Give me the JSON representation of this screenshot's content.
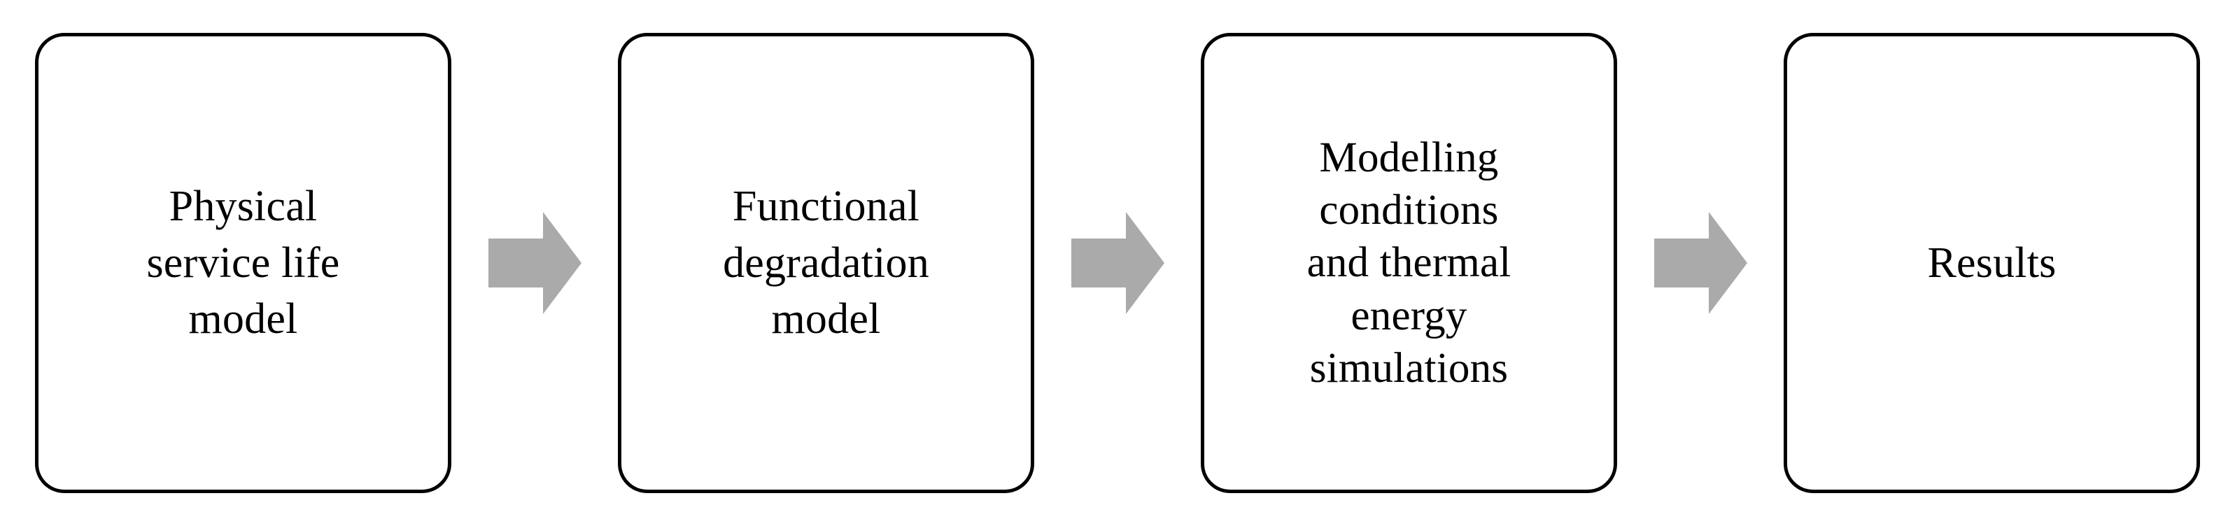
{
  "diagram": {
    "type": "horizontal-process-flow",
    "orientation": "left-to-right",
    "background_color": "#ffffff",
    "box_border_color": "#000000",
    "box_fill_color": "#ffffff",
    "text_color": "#000000",
    "arrow_color": "#aaaaaa",
    "node_count": 4,
    "arrow_count": 3,
    "nodes": [
      {
        "id": "node-1",
        "name": "physical-service-life-model",
        "label": "Physical\nservice life\nmodel",
        "lines": [
          "Physical",
          "service life",
          "model"
        ]
      },
      {
        "id": "node-2",
        "name": "functional-degradation-model",
        "label": "Functional\ndegradation\nmodel",
        "lines": [
          "Functional",
          "degradation",
          "model"
        ]
      },
      {
        "id": "node-3",
        "name": "modelling-conditions-and-thermal-energy-simulations",
        "label": "Modelling\nconditions\nand thermal\nenergy\nsimulations",
        "lines": [
          "Modelling",
          "conditions",
          "and thermal",
          "energy",
          "simulations"
        ]
      },
      {
        "id": "node-4",
        "name": "results",
        "label": "Results",
        "lines": [
          "Results"
        ]
      }
    ],
    "arrows": [
      {
        "id": "arrow-1",
        "name": "arrow-right-icon",
        "from": "node-1",
        "to": "node-2",
        "direction": "right"
      },
      {
        "id": "arrow-2",
        "name": "arrow-right-icon",
        "from": "node-2",
        "to": "node-3",
        "direction": "right"
      },
      {
        "id": "arrow-3",
        "name": "arrow-right-icon",
        "from": "node-3",
        "to": "node-4",
        "direction": "right"
      }
    ]
  }
}
